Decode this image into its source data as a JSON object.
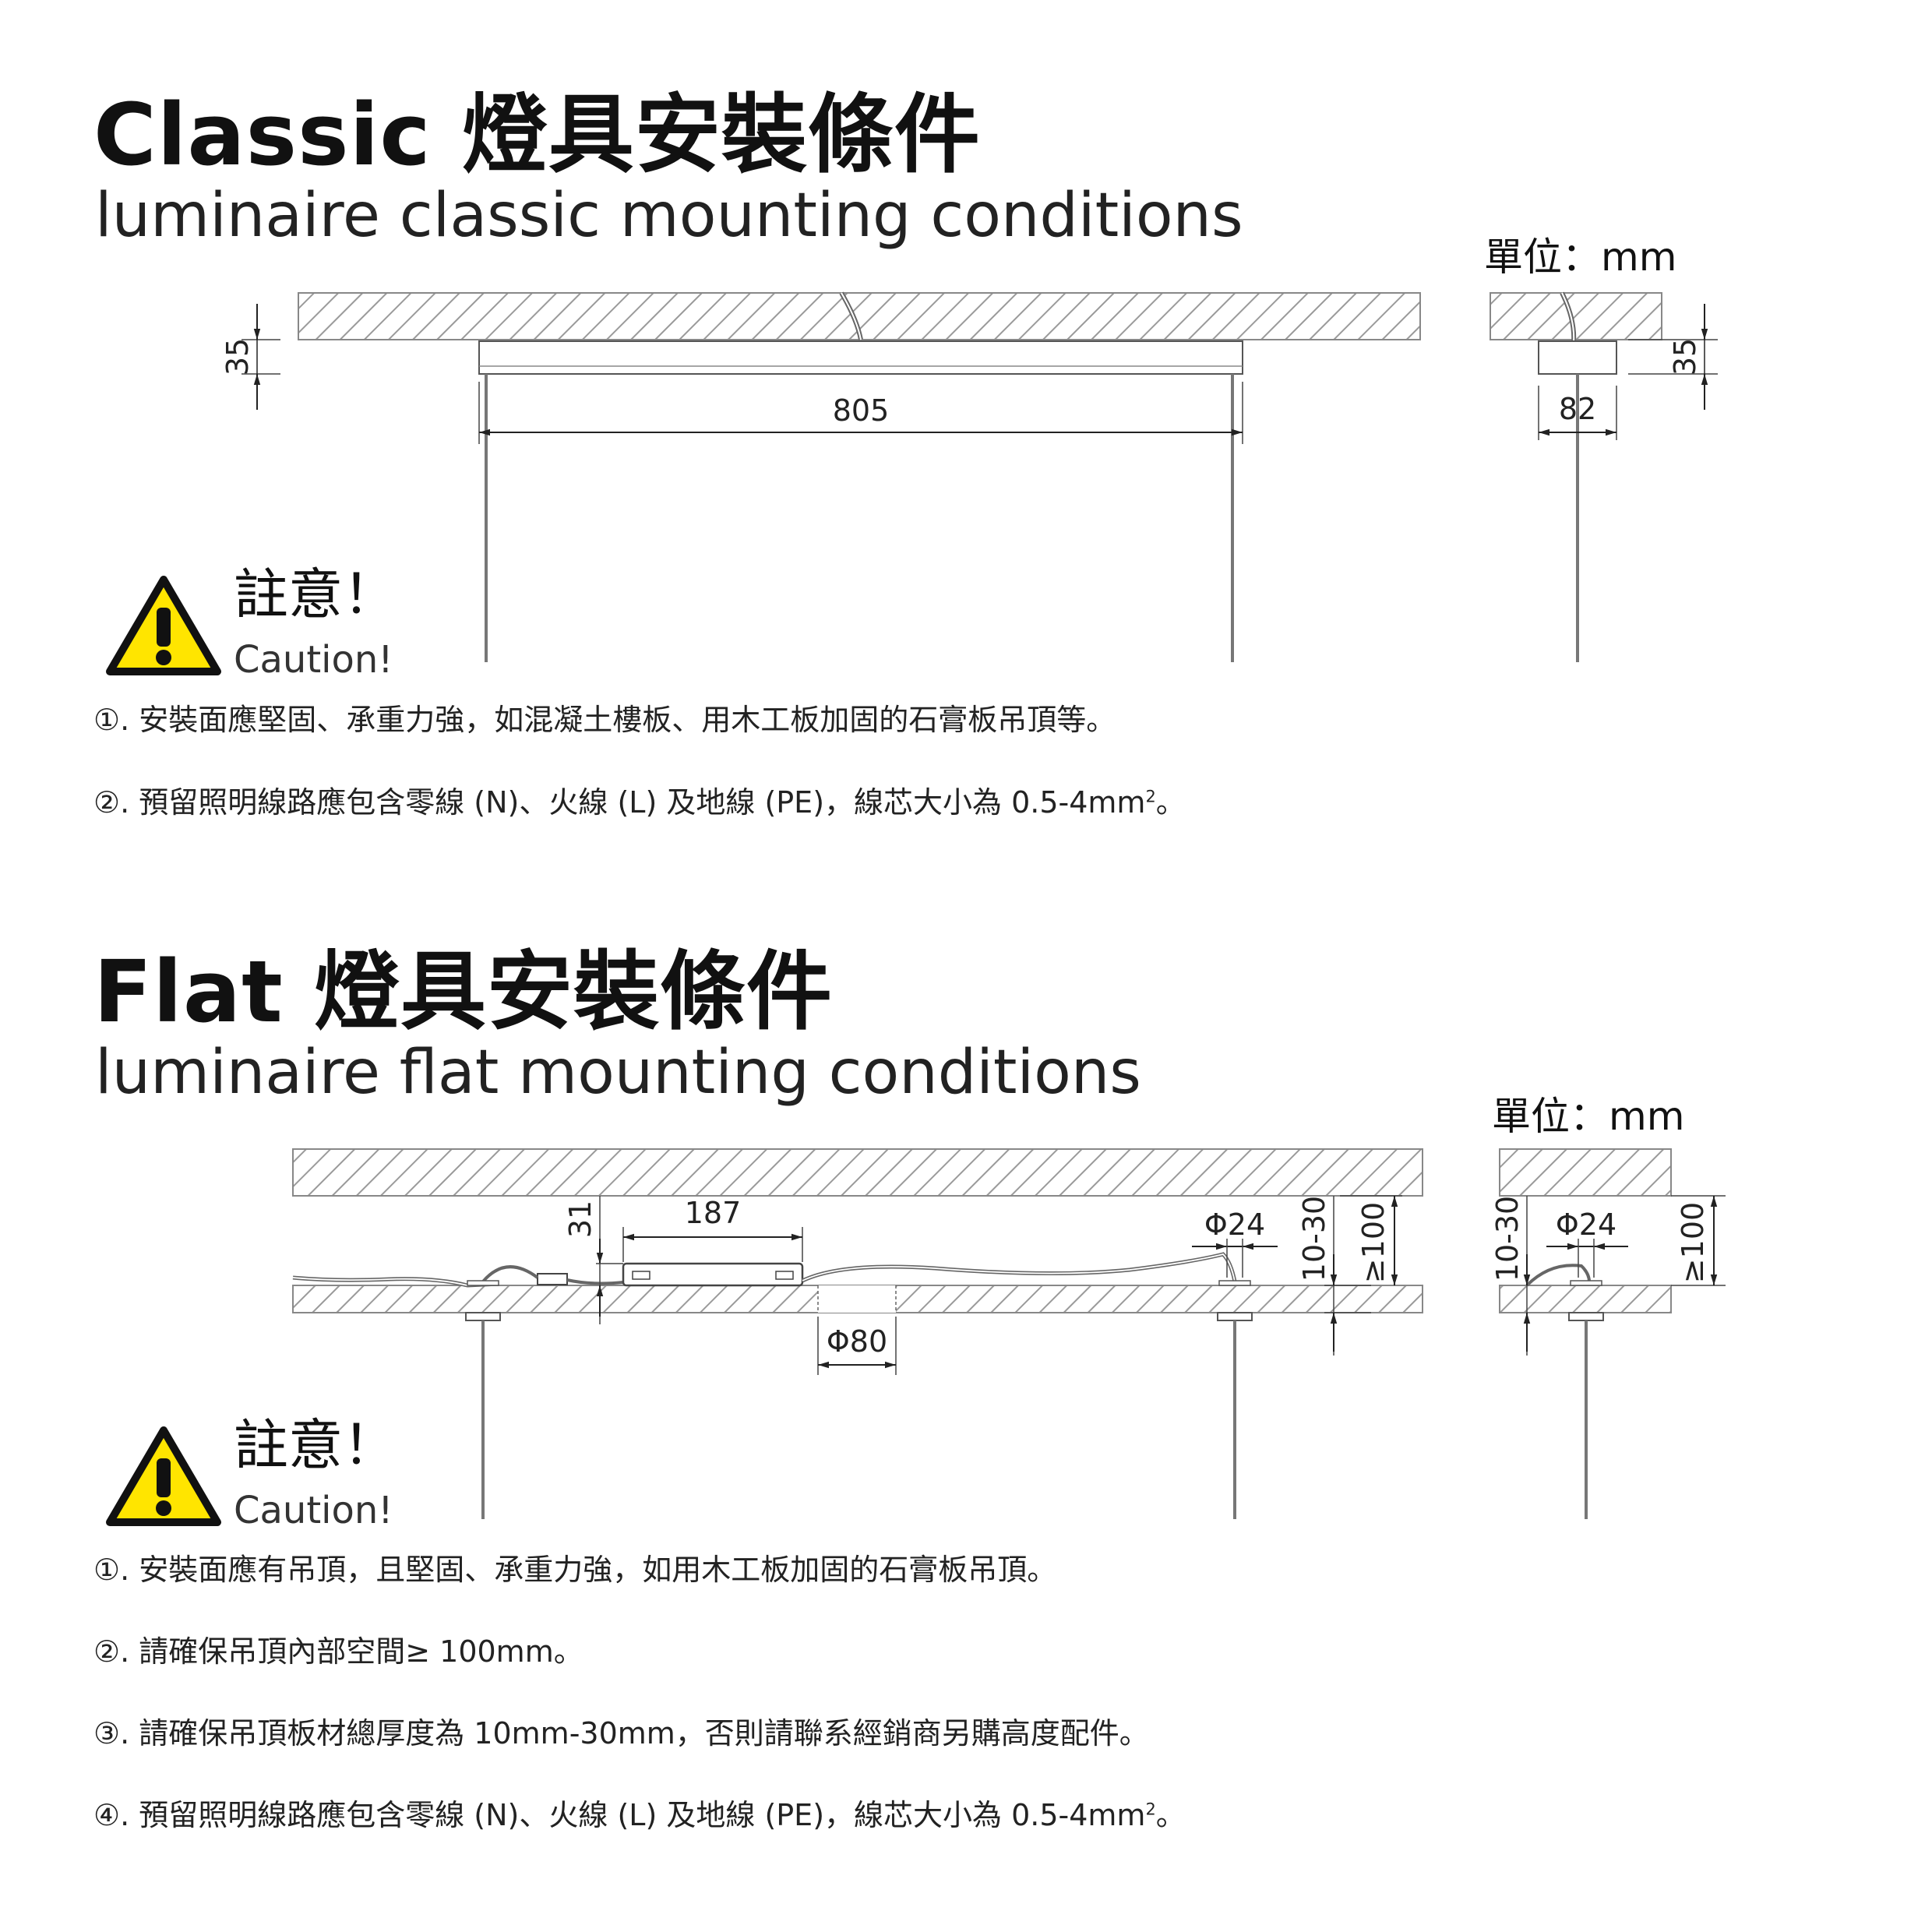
{
  "unit_label": "單位：mm",
  "classic": {
    "title": "Classic 燈具安裝條件",
    "subtitle": "luminaire classic mounting conditions",
    "dims": {
      "height_left": "35",
      "length": "805",
      "width": "82",
      "height_right": "35"
    },
    "caution_zh": "註意！",
    "caution_en": "Caution!",
    "notes": [
      "①. 安裝面應堅固、承重力強，如混凝土樓板、用木工板加固的石膏板吊頂等。",
      "②. 預留照明線路應包含零線 (N)、火線 (L) 及地線 (PE)，線芯大小為 0.5-4mm"
    ],
    "note_superscript": "2",
    "note_end": "。"
  },
  "flat": {
    "title": "Flat 燈具安裝條件",
    "subtitle": "luminaire flat mounting conditions",
    "dims": {
      "driver_height": "31",
      "driver_length": "187",
      "hole_small": "Φ24",
      "hole_large": "Φ80",
      "thickness": "10-30",
      "cavity": "≥100",
      "hole_small_side": "Φ24",
      "thickness_side": "10-30",
      "cavity_side": "≥100"
    },
    "caution_zh": "註意！",
    "caution_en": "Caution!",
    "notes": [
      "①. 安裝面應有吊頂，且堅固、承重力強，如用木工板加固的石膏板吊頂。",
      "②. 請確保吊頂內部空間≥ 100mm。",
      "③. 請確保吊頂板材總厚度為 10mm-30mm，否則請聯系經銷商另購高度配件。",
      "④. 預留照明線路應包含零線 (N)、火線 (L) 及地線 (PE)，線芯大小為 0.5-4mm"
    ],
    "note_superscript": "2",
    "note_end": "。"
  }
}
